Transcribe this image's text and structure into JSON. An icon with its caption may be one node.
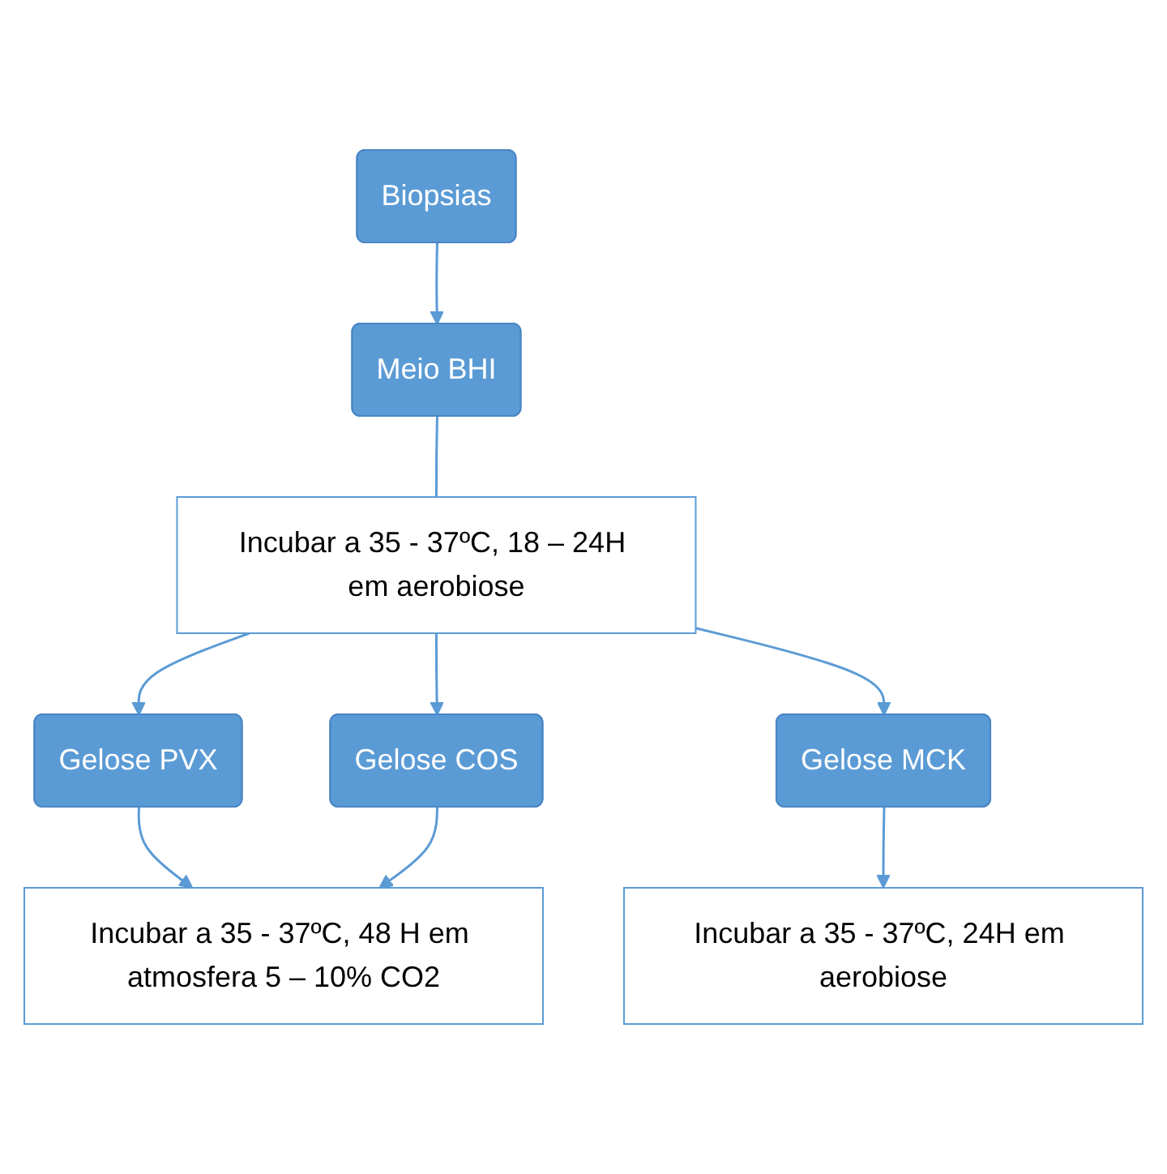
{
  "diagram": {
    "nodes": [
      {
        "text": [
          "Biopsias"
        ]
      },
      {
        "text": [
          "Meio BHI"
        ]
      },
      {
        "text": [
          "Incubar a 35 - 37ºC, 18 – 24H em aerobiose"
        ]
      },
      {
        "text": [
          "Gelose PVX"
        ]
      },
      {
        "text": [
          "Gelose COS"
        ]
      },
      {
        "text": [
          "Gelose MCK"
        ]
      },
      {
        "text": [
          "Incubar a 35 - 37ºC, 48 H em atmosfera 5 – 10% CO2"
        ]
      },
      {
        "text": [
          "Incubar a 35 - 37ºC, 24H em aerobiose"
        ]
      }
    ],
    "edges": [
      {
        "from": 0,
        "to": 1,
        "arrow": "to"
      },
      {
        "from": 1,
        "to": 2,
        "arrow": "none"
      },
      {
        "from": 2,
        "to": 3,
        "arrow": "to"
      },
      {
        "from": 2,
        "to": 4,
        "arrow": "to"
      },
      {
        "from": 2,
        "to": 5,
        "arrow": "to"
      },
      {
        "from": 3,
        "to": 6,
        "arrow": "to"
      },
      {
        "from": 4,
        "to": 6,
        "arrow": "to"
      },
      {
        "from": 5,
        "to": 7,
        "arrow": "to"
      }
    ]
  }
}
